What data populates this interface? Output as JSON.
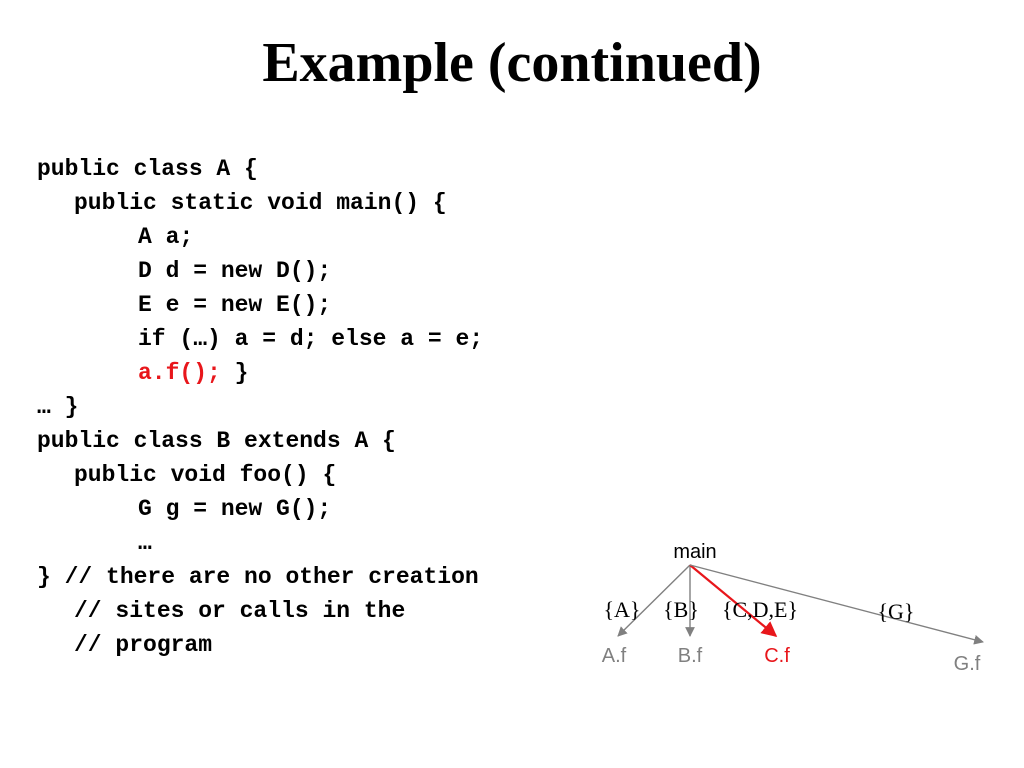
{
  "slide": {
    "title": "Example (continued)"
  },
  "code_lines": [
    {
      "indent": 0,
      "parts": [
        {
          "text": "public class A {",
          "highlight": false
        }
      ]
    },
    {
      "indent": 1,
      "parts": [
        {
          "text": "public static void main() {",
          "highlight": false
        }
      ]
    },
    {
      "indent": 2,
      "parts": [
        {
          "text": "A a;",
          "highlight": false
        }
      ]
    },
    {
      "indent": 2,
      "parts": [
        {
          "text": "D d = new D();",
          "highlight": false
        }
      ]
    },
    {
      "indent": 2,
      "parts": [
        {
          "text": "E e = new E();",
          "highlight": false
        }
      ]
    },
    {
      "indent": 2,
      "parts": [
        {
          "text": "if (…) a = d; else a = e;",
          "highlight": false
        }
      ]
    },
    {
      "indent": 2,
      "parts": [
        {
          "text": "a.f();",
          "highlight": true
        },
        {
          "text": " }",
          "highlight": false
        }
      ]
    },
    {
      "indent": 0,
      "parts": [
        {
          "text": "… }",
          "highlight": false
        }
      ]
    },
    {
      "indent": 0,
      "parts": [
        {
          "text": "public class B extends A {",
          "highlight": false
        }
      ]
    },
    {
      "indent": 1,
      "parts": [
        {
          "text": "public void foo() {",
          "highlight": false
        }
      ]
    },
    {
      "indent": 2,
      "parts": [
        {
          "text": "G g = new G();",
          "highlight": false
        }
      ]
    },
    {
      "indent": 2,
      "parts": [
        {
          "text": "…",
          "highlight": false
        }
      ]
    },
    {
      "indent": 0,
      "parts": [
        {
          "text": "} // there are no other creation",
          "highlight": false
        }
      ]
    },
    {
      "indent": 1,
      "parts": [
        {
          "text": "// sites or calls in the",
          "highlight": false
        }
      ]
    },
    {
      "indent": 1,
      "parts": [
        {
          "text": "// program",
          "highlight": false
        }
      ]
    }
  ],
  "call_graph": {
    "root": {
      "id": "main",
      "label": "main"
    },
    "targets": [
      {
        "id": "A.f",
        "label": "A.f",
        "edge_label": "{A}",
        "highlight": false
      },
      {
        "id": "B.f",
        "label": "B.f",
        "edge_label": "{B}",
        "highlight": false
      },
      {
        "id": "C.f",
        "label": "C.f",
        "edge_label": "{C,D,E}",
        "highlight": true
      },
      {
        "id": "G.f",
        "label": "G.f",
        "edge_label": "{G}",
        "highlight": false
      }
    ],
    "colors": {
      "normal_edge": "#808080",
      "highlight_edge": "#e8161b",
      "normal_node": "#808080",
      "root_node": "#000000",
      "highlight_node": "#e8161b",
      "highlight_code": "#e8161b"
    }
  }
}
